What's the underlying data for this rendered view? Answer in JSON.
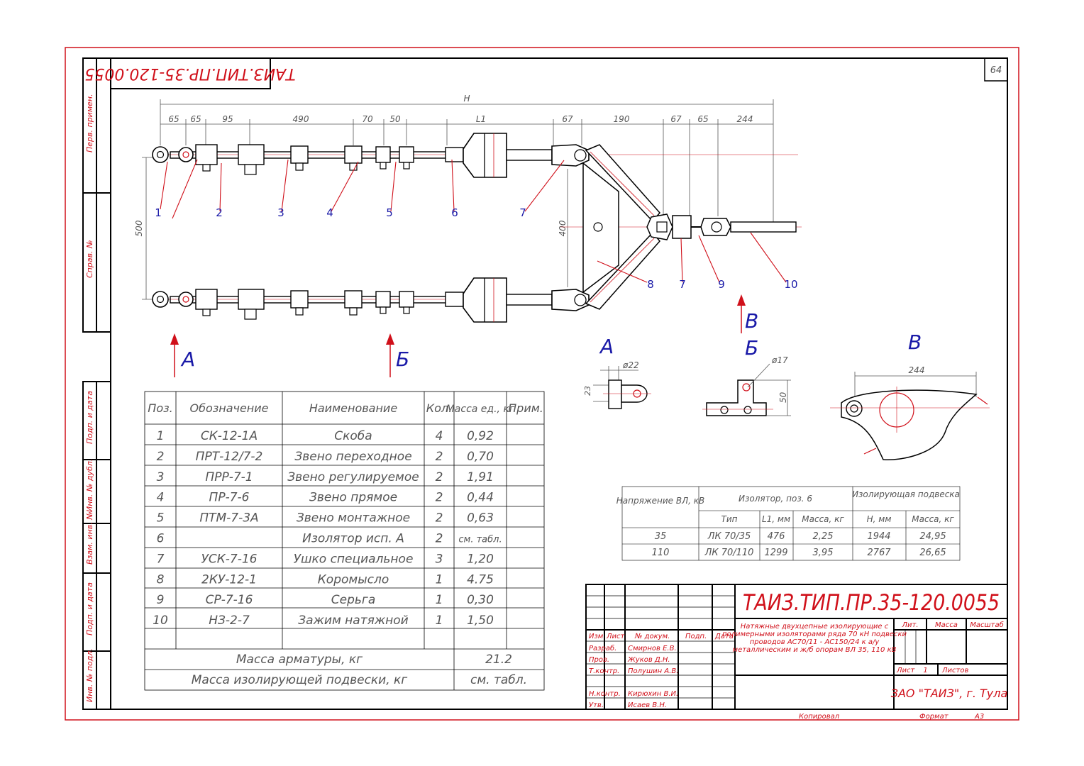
{
  "page_number": "64",
  "stamp_code": "ТАИЗ.ТИП.ПР.35-120.0055",
  "side_labels": [
    "Перв. примен.",
    "Справ. №",
    "Подп. и дата",
    "Инв. № дубл.",
    "Взам. инв. №",
    "Подп. и дата",
    "Инв. № подл."
  ],
  "dims": {
    "H": "H",
    "top": [
      "65",
      "65",
      "95",
      "490",
      "70",
      "50",
      "L1",
      "67",
      "190",
      "67",
      "65",
      "244"
    ],
    "v500": "500",
    "v400": "400"
  },
  "callouts": [
    "1",
    "2",
    "3",
    "4",
    "5",
    "6",
    "7",
    "8",
    "7",
    "9",
    "10"
  ],
  "views": {
    "A": "А",
    "B": "Б",
    "V": "В",
    "d22": "ø22",
    "d23": "23",
    "d17": "ø17",
    "d50": "50",
    "d244": "244"
  },
  "parts_table": {
    "headers": [
      "Поз.",
      "Обозначение",
      "Наименование",
      "Кол.",
      "Масса ед., кг",
      "Прим."
    ],
    "rows": [
      [
        "1",
        "СК-12-1А",
        "Скоба",
        "4",
        "0,92"
      ],
      [
        "2",
        "ПРТ-12/7-2",
        "Звено переходное",
        "2",
        "0,70"
      ],
      [
        "3",
        "ПРР-7-1",
        "Звено регулируемое",
        "2",
        "1,91"
      ],
      [
        "4",
        "ПР-7-6",
        "Звено прямое",
        "2",
        "0,44"
      ],
      [
        "5",
        "ПТМ-7-3А",
        "Звено монтажное",
        "2",
        "0,63"
      ],
      [
        "6",
        "",
        "Изолятор исп. А",
        "2",
        "см. табл."
      ],
      [
        "7",
        "УСК-7-16",
        "Ушко специальное",
        "3",
        "1,20"
      ],
      [
        "8",
        "2КУ-12-1",
        "Коромысло",
        "1",
        "4.75"
      ],
      [
        "9",
        "СР-7-16",
        "Серьга",
        "1",
        "0,30"
      ],
      [
        "10",
        "НЗ-2-7",
        "Зажим натяжной",
        "1",
        "1,50"
      ]
    ],
    "mass_fittings_label": "Масса арматуры, кг",
    "mass_fittings_value": "21.2",
    "mass_assembly_label": "Масса изолирующей подвески, кг",
    "mass_assembly_value": "см. табл."
  },
  "voltage_table": {
    "h_voltage": "Напряжение ВЛ, кВ",
    "h_insulator": "Изолятор, поз. 6",
    "h_assembly": "Изолирующая подвеска",
    "sub": [
      "Тип",
      "L1, мм",
      "Масса, кг",
      "Н, мм",
      "Масса, кг"
    ],
    "rows": [
      [
        "35",
        "ЛК 70/35",
        "476",
        "2,25",
        "1944",
        "24,95"
      ],
      [
        "110",
        "ЛК 70/110",
        "1299",
        "3,95",
        "2767",
        "26,65"
      ]
    ]
  },
  "title_block": {
    "code": "ТАИЗ.ТИП.ПР.35-120.0055",
    "col_heads": [
      "Изм",
      "Лист",
      "№ докум.",
      "Подп.",
      "Дата"
    ],
    "roles": [
      "Разраб.",
      "Пров.",
      "Т.контр.",
      "",
      "Н.контр.",
      "Утв."
    ],
    "names": [
      "Смирнов Е.В.",
      "Жуков Д.Н.",
      "Полушин А.В.",
      "",
      "Кирюхин В.И.",
      "Исаев В.Н."
    ],
    "description": "Натяжные двухцепные изолирующие с полимерными изоляторами ряда 70 кН подвески проводов АС70/11 - АС150/24 к а/у металлическим и ж/б опорам ВЛ 35, 110 кВ",
    "lit": "Лит.",
    "mass": "Масса",
    "scale": "Масштаб",
    "sheet": "Лист",
    "sheet_no": "1",
    "sheets": "Листов",
    "company": "ЗАО \"ТАИЗ\", г. Тула",
    "copied": "Копировал",
    "format_label": "Формат",
    "format_value": "А3"
  },
  "colors": {
    "red": "#d0101a",
    "ink": "#000000",
    "grey": "#555555",
    "blue": "#1a1aa8"
  }
}
